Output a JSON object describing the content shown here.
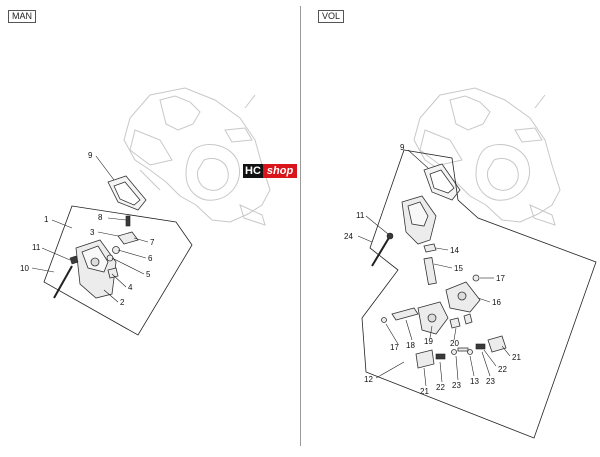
{
  "panels": {
    "left_label": "MAN",
    "right_label": "VOL"
  },
  "watermark": {
    "part1": "HC",
    "part2": "shop"
  },
  "callouts_left": [
    "9",
    "1",
    "8",
    "3",
    "7",
    "11",
    "6",
    "10",
    "5",
    "4",
    "2"
  ],
  "callouts_right": [
    "9",
    "11",
    "24",
    "14",
    "15",
    "17",
    "16",
    "18",
    "19",
    "17",
    "20",
    "21",
    "12",
    "22",
    "21",
    "22",
    "23",
    "13",
    "23"
  ]
}
